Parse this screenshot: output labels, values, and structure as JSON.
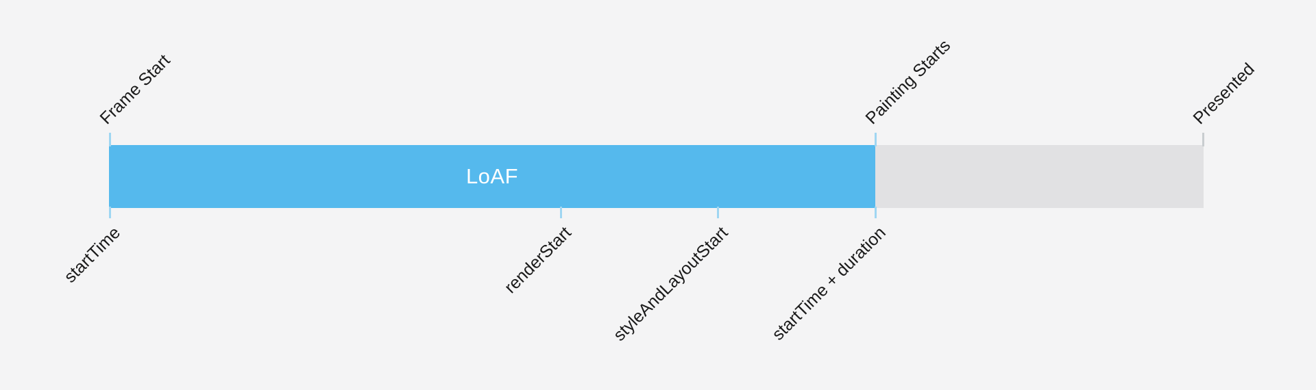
{
  "diagram": {
    "bar_label": "LoAF",
    "top_labels": [
      {
        "text": "Frame Start"
      },
      {
        "text": "Painting Starts"
      },
      {
        "text": "Presented"
      }
    ],
    "bottom_labels": [
      {
        "text": "startTime"
      },
      {
        "text": "renderStart"
      },
      {
        "text": "styleAndLayoutStart"
      },
      {
        "text": "startTime + duration"
      }
    ],
    "colors": {
      "background": "#f4f4f5",
      "loaf_segment": "#55b9ed",
      "post_duration_segment": "#e1e1e3",
      "tick_blue": "#9fd6f2",
      "tick_gray": "#c9cdd0",
      "label_text": "#1a1a1a",
      "bar_text": "#ffffff"
    }
  }
}
